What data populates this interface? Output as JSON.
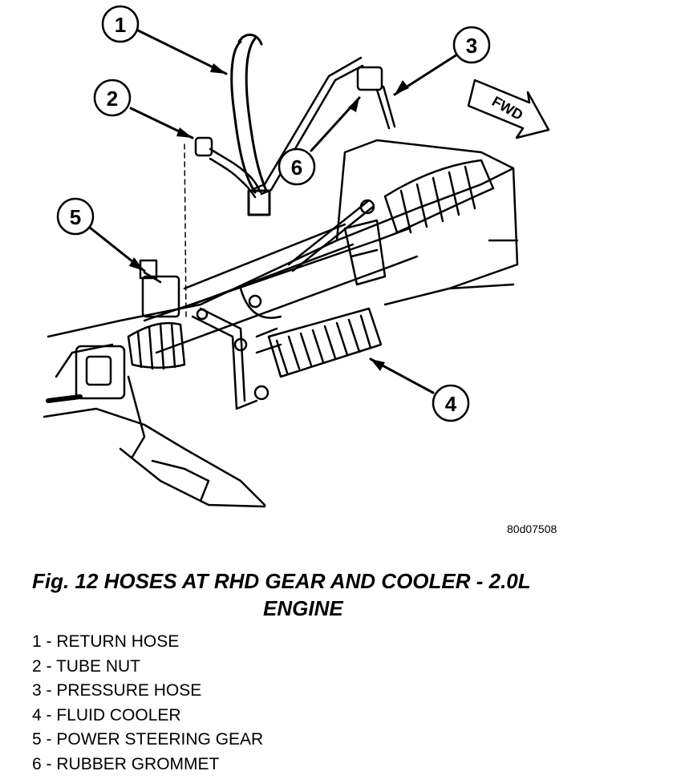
{
  "figure": {
    "code": "80d07508",
    "caption_line1": "Fig. 12 HOSES AT RHD GEAR AND COOLER - 2.0L",
    "caption_line2": "ENGINE",
    "fwd_label": "FWD"
  },
  "callouts": [
    {
      "number": "1",
      "label": "RETURN HOSE"
    },
    {
      "number": "2",
      "label": "TUBE NUT"
    },
    {
      "number": "3",
      "label": "PRESSURE HOSE"
    },
    {
      "number": "4",
      "label": "FLUID COOLER"
    },
    {
      "number": "5",
      "label": "POWER STEERING GEAR"
    },
    {
      "number": "6",
      "label": "RUBBER GROMMET"
    }
  ],
  "colors": {
    "ink": "#000000",
    "paper": "#ffffff"
  }
}
